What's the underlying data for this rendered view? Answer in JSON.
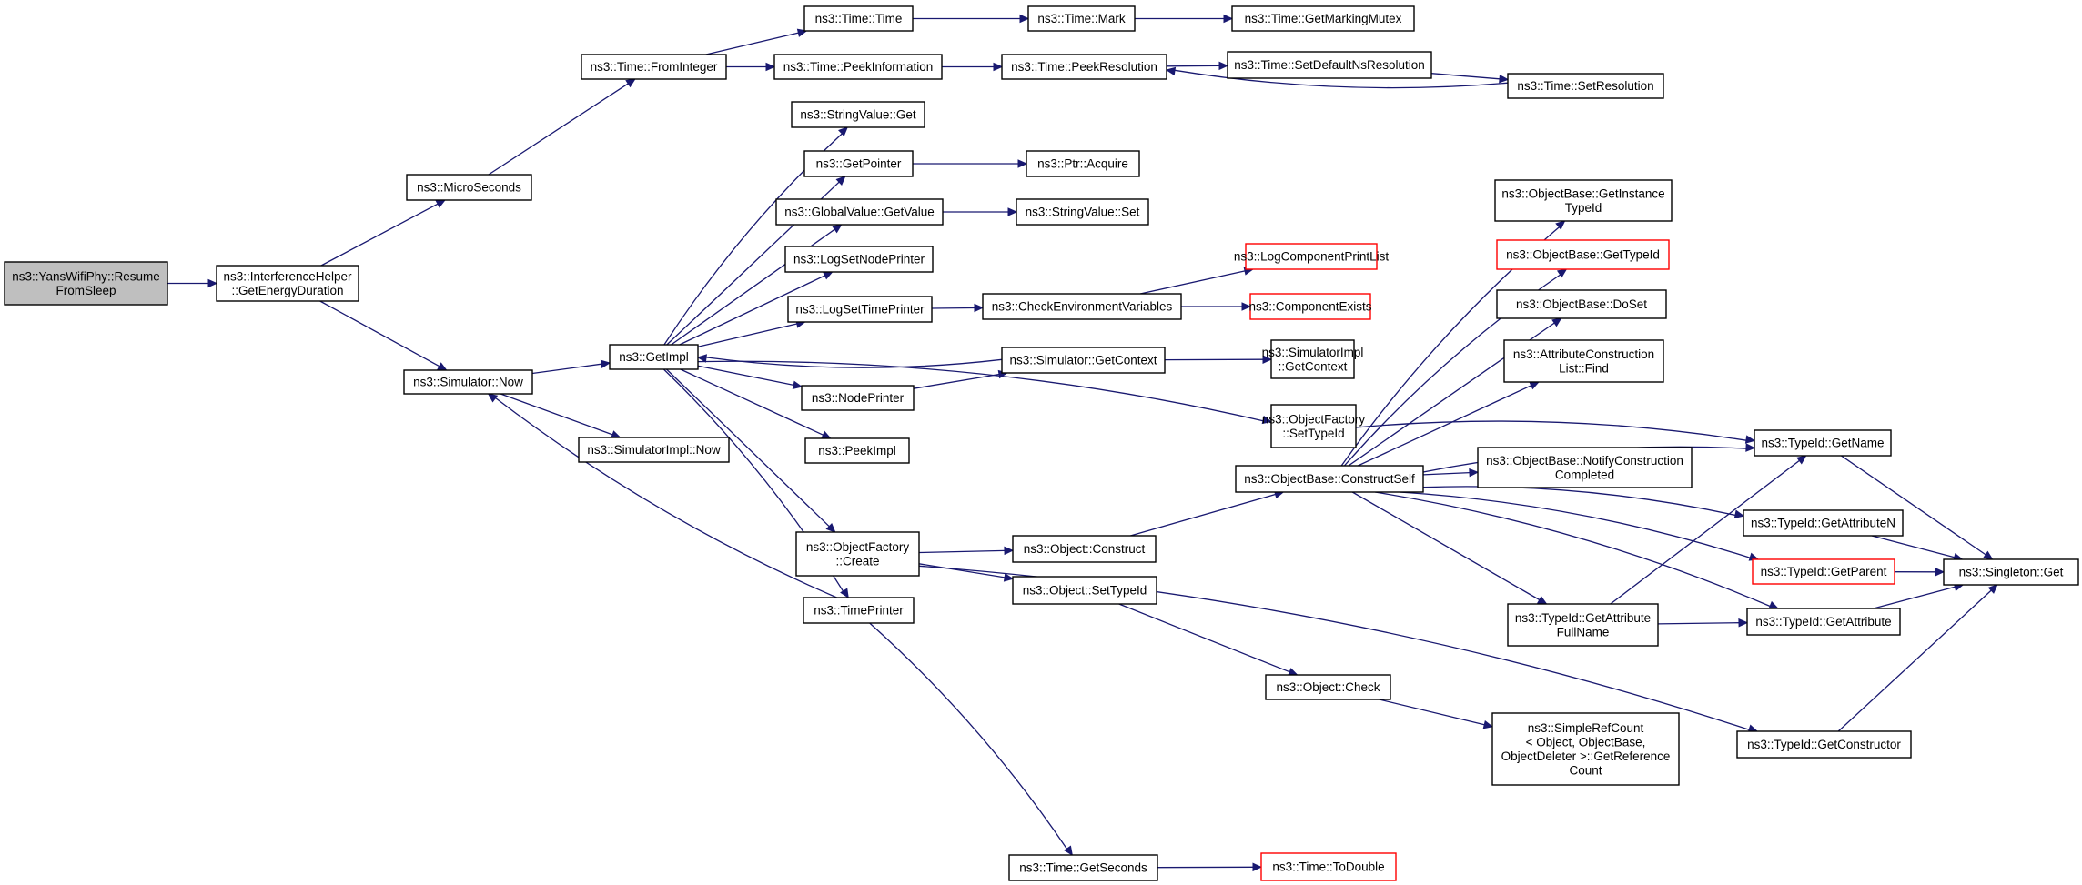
{
  "graph": {
    "colors": {
      "edge": "#191970",
      "node_border": "#000000",
      "missing_border": "#ff0000",
      "root_fill": "#bfbfbf"
    },
    "nodes": [
      {
        "id": "root",
        "lines": [
          "ns3::YansWifiPhy::Resume",
          "FromSleep"
        ],
        "root": true
      },
      {
        "id": "ih",
        "lines": [
          "ns3::InterferenceHelper",
          "::GetEnergyDuration"
        ]
      },
      {
        "id": "micro",
        "lines": [
          "ns3::MicroSeconds"
        ]
      },
      {
        "id": "simnow",
        "lines": [
          "ns3::Simulator::Now"
        ]
      },
      {
        "id": "fromint",
        "lines": [
          "ns3::Time::FromInteger"
        ]
      },
      {
        "id": "getimpl",
        "lines": [
          "ns3::GetImpl"
        ]
      },
      {
        "id": "simimplnow",
        "lines": [
          "ns3::SimulatorImpl::Now"
        ]
      },
      {
        "id": "timetime",
        "lines": [
          "ns3::Time::Time"
        ]
      },
      {
        "id": "peekinfo",
        "lines": [
          "ns3::Time::PeekInformation"
        ]
      },
      {
        "id": "mark",
        "lines": [
          "ns3::Time::Mark"
        ]
      },
      {
        "id": "getmarkmutex",
        "lines": [
          "ns3::Time::GetMarkingMutex"
        ]
      },
      {
        "id": "peekres",
        "lines": [
          "ns3::Time::PeekResolution"
        ]
      },
      {
        "id": "setdefns",
        "lines": [
          "ns3::Time::SetDefaultNsResolution"
        ]
      },
      {
        "id": "setres",
        "lines": [
          "ns3::Time::SetResolution"
        ]
      },
      {
        "id": "strvalget",
        "lines": [
          "ns3::StringValue::Get"
        ]
      },
      {
        "id": "getpointer",
        "lines": [
          "ns3::GetPointer"
        ]
      },
      {
        "id": "ptracq",
        "lines": [
          "ns3::Ptr::Acquire"
        ]
      },
      {
        "id": "gvget",
        "lines": [
          "ns3::GlobalValue::GetValue"
        ]
      },
      {
        "id": "strvalset",
        "lines": [
          "ns3::StringValue::Set"
        ]
      },
      {
        "id": "logsetnode",
        "lines": [
          "ns3::LogSetNodePrinter"
        ]
      },
      {
        "id": "logsettime",
        "lines": [
          "ns3::LogSetTimePrinter"
        ]
      },
      {
        "id": "checkenv",
        "lines": [
          "ns3::CheckEnvironmentVariables"
        ]
      },
      {
        "id": "logcomp",
        "lines": [
          "ns3::LogComponentPrintList"
        ],
        "missing": true
      },
      {
        "id": "compexists",
        "lines": [
          "ns3::ComponentExists"
        ],
        "missing": true
      },
      {
        "id": "simgetctx",
        "lines": [
          "ns3::Simulator::GetContext"
        ]
      },
      {
        "id": "simimplctx",
        "lines": [
          "ns3::SimulatorImpl",
          "::GetContext"
        ]
      },
      {
        "id": "nodeprinter",
        "lines": [
          "ns3::NodePrinter"
        ]
      },
      {
        "id": "peekimpl",
        "lines": [
          "ns3::PeekImpl"
        ]
      },
      {
        "id": "ofsettype",
        "lines": [
          "ns3::ObjectFactory",
          "::SetTypeId"
        ]
      },
      {
        "id": "ofcreate",
        "lines": [
          "ns3::ObjectFactory",
          "::Create"
        ]
      },
      {
        "id": "timeprinter",
        "lines": [
          "ns3::TimePrinter"
        ]
      },
      {
        "id": "objconstruct",
        "lines": [
          "ns3::Object::Construct"
        ]
      },
      {
        "id": "objsettype",
        "lines": [
          "ns3::Object::SetTypeId"
        ]
      },
      {
        "id": "objcheck",
        "lines": [
          "ns3::Object::Check"
        ]
      },
      {
        "id": "simplerc",
        "lines": [
          "ns3::SimpleRefCount",
          "< Object, ObjectBase,",
          "ObjectDeleter >::GetReference",
          "Count"
        ]
      },
      {
        "id": "getsec",
        "lines": [
          "ns3::Time::GetSeconds"
        ]
      },
      {
        "id": "todouble",
        "lines": [
          "ns3::Time::ToDouble"
        ],
        "missing": true
      },
      {
        "id": "obconstructself",
        "lines": [
          "ns3::ObjectBase::ConstructSelf"
        ]
      },
      {
        "id": "obgetinst",
        "lines": [
          "ns3::ObjectBase::GetInstance",
          "TypeId"
        ]
      },
      {
        "id": "obgettypeid",
        "lines": [
          "ns3::ObjectBase::GetTypeId"
        ],
        "missing": true
      },
      {
        "id": "obdoset",
        "lines": [
          "ns3::ObjectBase::DoSet"
        ]
      },
      {
        "id": "acfind",
        "lines": [
          "ns3::AttributeConstruction",
          "List::Find"
        ]
      },
      {
        "id": "obnotify",
        "lines": [
          "ns3::ObjectBase::NotifyConstruction",
          "Completed"
        ]
      },
      {
        "id": "tidgetname",
        "lines": [
          "ns3::TypeId::GetName"
        ]
      },
      {
        "id": "tidgetattrn",
        "lines": [
          "ns3::TypeId::GetAttributeN"
        ]
      },
      {
        "id": "tidgetparent",
        "lines": [
          "ns3::TypeId::GetParent"
        ],
        "missing": true
      },
      {
        "id": "tidgetattrfull",
        "lines": [
          "ns3::TypeId::GetAttribute",
          "FullName"
        ]
      },
      {
        "id": "tidgetattr",
        "lines": [
          "ns3::TypeId::GetAttribute"
        ]
      },
      {
        "id": "tidgetctor",
        "lines": [
          "ns3::TypeId::GetConstructor"
        ]
      },
      {
        "id": "singleton",
        "lines": [
          "ns3::Singleton::Get"
        ]
      }
    ],
    "edges": [
      [
        "root",
        "ih"
      ],
      [
        "ih",
        "micro"
      ],
      [
        "ih",
        "simnow"
      ],
      [
        "micro",
        "fromint"
      ],
      [
        "fromint",
        "timetime"
      ],
      [
        "fromint",
        "peekinfo"
      ],
      [
        "timetime",
        "mark"
      ],
      [
        "mark",
        "getmarkmutex"
      ],
      [
        "peekinfo",
        "peekres"
      ],
      [
        "peekres",
        "setdefns"
      ],
      [
        "setdefns",
        "setres"
      ],
      [
        "setres",
        "peekres"
      ],
      [
        "simnow",
        "getimpl"
      ],
      [
        "simnow",
        "simimplnow"
      ],
      [
        "getimpl",
        "strvalget"
      ],
      [
        "getimpl",
        "getpointer"
      ],
      [
        "getimpl",
        "gvget"
      ],
      [
        "getimpl",
        "logsetnode"
      ],
      [
        "getimpl",
        "logsettime"
      ],
      [
        "getimpl",
        "nodeprinter"
      ],
      [
        "getimpl",
        "peekimpl"
      ],
      [
        "getimpl",
        "ofsettype"
      ],
      [
        "getimpl",
        "ofcreate"
      ],
      [
        "getimpl",
        "timeprinter"
      ],
      [
        "getpointer",
        "ptracq"
      ],
      [
        "gvget",
        "strvalset"
      ],
      [
        "logsettime",
        "checkenv"
      ],
      [
        "checkenv",
        "logcomp"
      ],
      [
        "checkenv",
        "compexists"
      ],
      [
        "simgetctx",
        "getimpl"
      ],
      [
        "simgetctx",
        "simimplctx"
      ],
      [
        "nodeprinter",
        "simgetctx"
      ],
      [
        "timeprinter",
        "simnow"
      ],
      [
        "timeprinter",
        "getsec"
      ],
      [
        "getsec",
        "todouble"
      ],
      [
        "ofsettype",
        "tidgetname"
      ],
      [
        "ofcreate",
        "objconstruct"
      ],
      [
        "ofcreate",
        "objsettype"
      ],
      [
        "ofcreate",
        "tidgetctor"
      ],
      [
        "objconstruct",
        "obconstructself"
      ],
      [
        "objsettype",
        "objcheck"
      ],
      [
        "objcheck",
        "simplerc"
      ],
      [
        "obconstructself",
        "obgetinst"
      ],
      [
        "obconstructself",
        "obgettypeid"
      ],
      [
        "obconstructself",
        "obdoset"
      ],
      [
        "obconstructself",
        "acfind"
      ],
      [
        "obconstructself",
        "obnotify"
      ],
      [
        "obconstructself",
        "tidgetname"
      ],
      [
        "obconstructself",
        "tidgetattrn"
      ],
      [
        "obconstructself",
        "tidgetparent"
      ],
      [
        "obconstructself",
        "tidgetattrfull"
      ],
      [
        "obconstructself",
        "tidgetattr"
      ],
      [
        "tidgetname",
        "singleton"
      ],
      [
        "tidgetattrn",
        "singleton"
      ],
      [
        "tidgetparent",
        "singleton"
      ],
      [
        "tidgetattrfull",
        "tidgetname"
      ],
      [
        "tidgetattrfull",
        "tidgetattr"
      ],
      [
        "tidgetattr",
        "singleton"
      ],
      [
        "tidgetctor",
        "singleton"
      ]
    ]
  }
}
